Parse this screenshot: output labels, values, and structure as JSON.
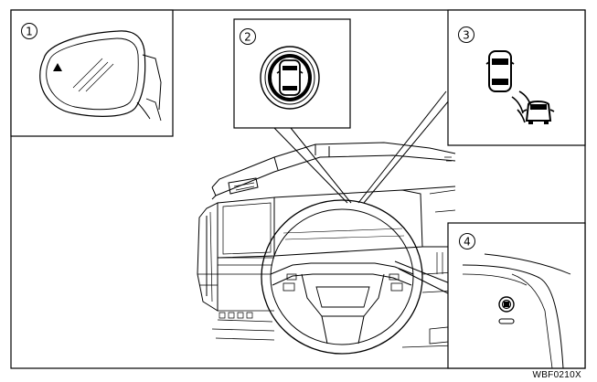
{
  "callouts": [
    {
      "number": "1",
      "subject": "side-mirror-indicator"
    },
    {
      "number": "2",
      "subject": "switch-icon"
    },
    {
      "number": "3",
      "subject": "vehicle-detection-icon"
    },
    {
      "number": "4",
      "subject": "switch-location"
    }
  ],
  "figure_code": "WBF0210X",
  "icons": [
    "side-mirror-icon",
    "warning-triangle-icon",
    "car-in-circle-icon",
    "blind-spot-vehicles-icon",
    "radar-waves-icon",
    "dash-switch-icon"
  ],
  "colors": {
    "line": "#000000",
    "background": "#ffffff"
  }
}
